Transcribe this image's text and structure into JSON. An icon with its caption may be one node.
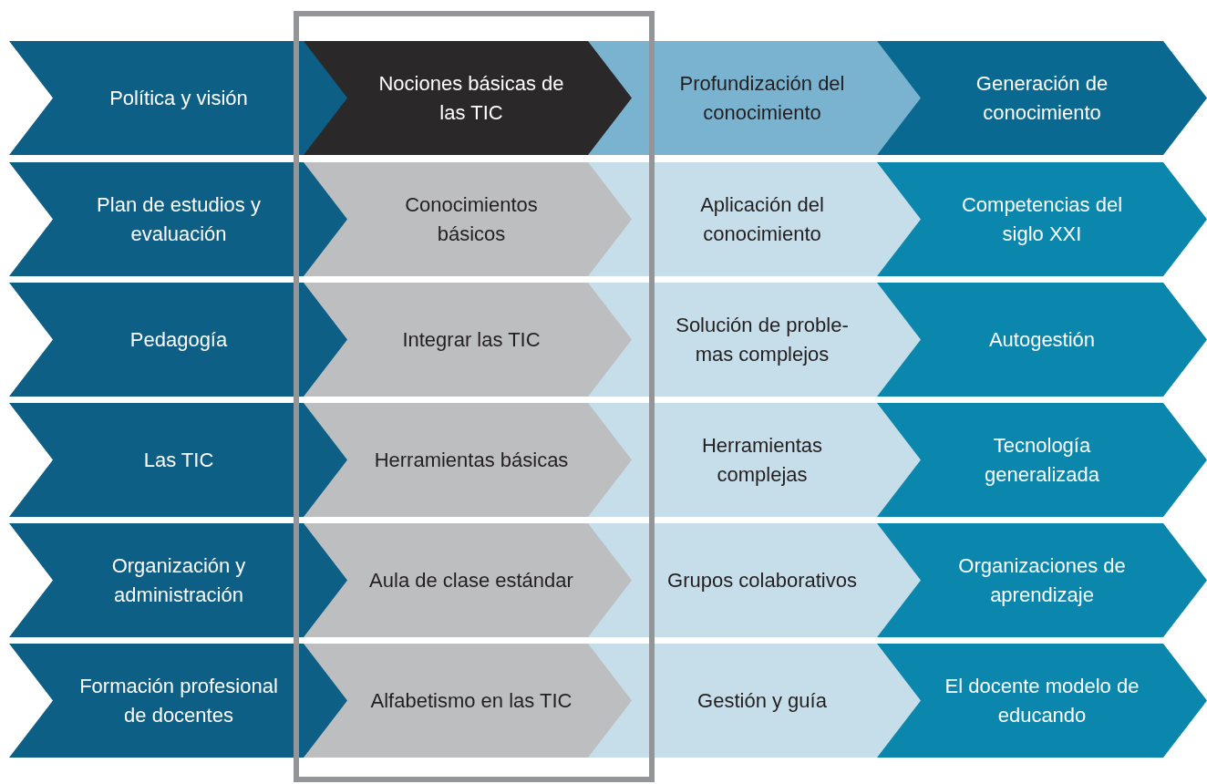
{
  "diagram": {
    "nodes": [
      {
        "text": [
          "Política y visión"
        ]
      },
      {
        "text": [
          "Nociones básicas de las TIC"
        ]
      },
      {
        "text": [
          "Profundización del conocimiento"
        ]
      },
      {
        "text": [
          "Generación de conocimiento"
        ]
      },
      {
        "text": [
          "Plan de estudios y evaluación"
        ]
      },
      {
        "text": [
          "Conocimientos básicos"
        ]
      },
      {
        "text": [
          "Aplicación del conocimiento"
        ]
      },
      {
        "text": [
          "Competencias del siglo XXI"
        ]
      },
      {
        "text": [
          "Pedagogía"
        ]
      },
      {
        "text": [
          "Integrar las TIC"
        ]
      },
      {
        "text": [
          "Solución de proble- mas complejos"
        ]
      },
      {
        "text": [
          "Autogestión"
        ]
      },
      {
        "text": [
          "Las TIC"
        ]
      },
      {
        "text": [
          "Herramientas básicas"
        ]
      },
      {
        "text": [
          "Herramientas complejas"
        ]
      },
      {
        "text": [
          "Tecnología generalizada"
        ]
      },
      {
        "text": [
          "Organización y administración"
        ]
      },
      {
        "text": [
          "Aula de clase estándar"
        ]
      },
      {
        "text": [
          "Grupos colaborativos"
        ]
      },
      {
        "text": [
          "Organizaciones de aprendizaje"
        ]
      },
      {
        "text": [
          "Formación profesional de docentes"
        ]
      },
      {
        "text": [
          "Alfabetismo en las TIC"
        ]
      },
      {
        "text": [
          "Gestión y guía"
        ]
      },
      {
        "text": [
          "El docente modelo de educando"
        ]
      }
    ]
  }
}
